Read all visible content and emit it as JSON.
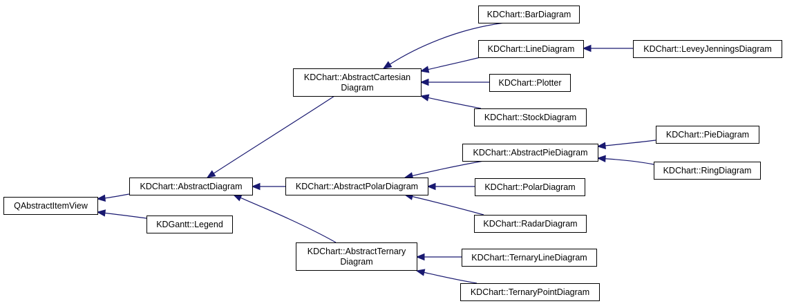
{
  "diagram": {
    "type": "inheritance-graph",
    "colors": {
      "edge": "#191970",
      "node_border": "#000000",
      "node_fill": "#ffffff",
      "text": "#000000"
    },
    "nodes": [
      {
        "id": "qabstractitemview",
        "lines": [
          "QAbstractItemView"
        ]
      },
      {
        "id": "abstractdiagram",
        "lines": [
          "KDChart::AbstractDiagram"
        ]
      },
      {
        "id": "legend",
        "lines": [
          "KDGantt::Legend"
        ]
      },
      {
        "id": "abstractcartesian",
        "lines": [
          "KDChart::AbstractCartesian",
          "Diagram"
        ]
      },
      {
        "id": "abstractpolar",
        "lines": [
          "KDChart::AbstractPolarDiagram"
        ]
      },
      {
        "id": "abstractternary",
        "lines": [
          "KDChart::AbstractTernary",
          "Diagram"
        ]
      },
      {
        "id": "bardiagram",
        "lines": [
          "KDChart::BarDiagram"
        ]
      },
      {
        "id": "linediagram",
        "lines": [
          "KDChart::LineDiagram"
        ]
      },
      {
        "id": "plotter",
        "lines": [
          "KDChart::Plotter"
        ]
      },
      {
        "id": "stockdiagram",
        "lines": [
          "KDChart::StockDiagram"
        ]
      },
      {
        "id": "abstractpie",
        "lines": [
          "KDChart::AbstractPieDiagram"
        ]
      },
      {
        "id": "polardiagram",
        "lines": [
          "KDChart::PolarDiagram"
        ]
      },
      {
        "id": "radardiagram",
        "lines": [
          "KDChart::RadarDiagram"
        ]
      },
      {
        "id": "ternaryline",
        "lines": [
          "KDChart::TernaryLineDiagram"
        ]
      },
      {
        "id": "ternarypoint",
        "lines": [
          "KDChart::TernaryPointDiagram"
        ]
      },
      {
        "id": "leveyjennings",
        "lines": [
          "KDChart::LeveyJenningsDiagram"
        ]
      },
      {
        "id": "piediagram",
        "lines": [
          "KDChart::PieDiagram"
        ]
      },
      {
        "id": "ringdiagram",
        "lines": [
          "KDChart::RingDiagram"
        ]
      }
    ],
    "edges": [
      {
        "base": "qabstractitemview",
        "derived": "abstractdiagram"
      },
      {
        "base": "qabstractitemview",
        "derived": "legend"
      },
      {
        "base": "abstractdiagram",
        "derived": "abstractcartesian"
      },
      {
        "base": "abstractdiagram",
        "derived": "abstractpolar"
      },
      {
        "base": "abstractdiagram",
        "derived": "abstractternary"
      },
      {
        "base": "abstractcartesian",
        "derived": "bardiagram"
      },
      {
        "base": "abstractcartesian",
        "derived": "linediagram"
      },
      {
        "base": "abstractcartesian",
        "derived": "plotter"
      },
      {
        "base": "abstractcartesian",
        "derived": "stockdiagram"
      },
      {
        "base": "linediagram",
        "derived": "leveyjennings"
      },
      {
        "base": "abstractpolar",
        "derived": "abstractpie"
      },
      {
        "base": "abstractpolar",
        "derived": "polardiagram"
      },
      {
        "base": "abstractpolar",
        "derived": "radardiagram"
      },
      {
        "base": "abstractpie",
        "derived": "piediagram"
      },
      {
        "base": "abstractpie",
        "derived": "ringdiagram"
      },
      {
        "base": "abstractternary",
        "derived": "ternaryline"
      },
      {
        "base": "abstractternary",
        "derived": "ternarypoint"
      }
    ]
  }
}
